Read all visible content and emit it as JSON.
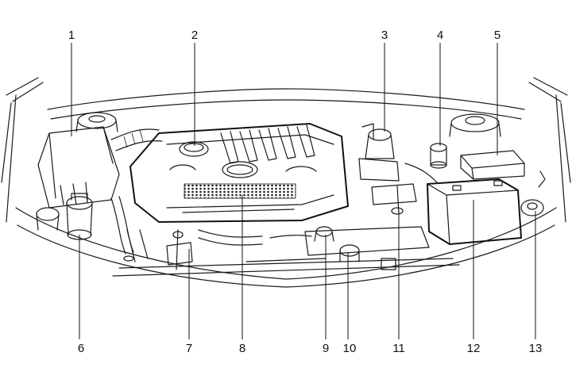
{
  "diagram": {
    "callouts": [
      {
        "id": 1,
        "label": "1",
        "part": "air-cleaner"
      },
      {
        "id": 2,
        "label": "2",
        "part": "engine-cover"
      },
      {
        "id": 3,
        "label": "3",
        "part": "brake-fluid-reservoir"
      },
      {
        "id": 4,
        "label": "4",
        "part": "clutch-fluid-reservoir"
      },
      {
        "id": 5,
        "label": "5",
        "part": "fuse-relay-box"
      },
      {
        "id": 6,
        "label": "6",
        "part": "power-steering-reservoir"
      },
      {
        "id": 7,
        "label": "7",
        "part": "engine-oil-dipstick"
      },
      {
        "id": 8,
        "label": "8",
        "part": "engine-oil-filler-cap"
      },
      {
        "id": 9,
        "label": "9",
        "part": "radiator-cap"
      },
      {
        "id": 10,
        "label": "10",
        "part": "coolant-reservoir"
      },
      {
        "id": 11,
        "label": "11",
        "part": "transaxle-dipstick"
      },
      {
        "id": 12,
        "label": "12",
        "part": "battery"
      },
      {
        "id": 13,
        "label": "13",
        "part": "washer-fluid-reservoir"
      }
    ]
  }
}
